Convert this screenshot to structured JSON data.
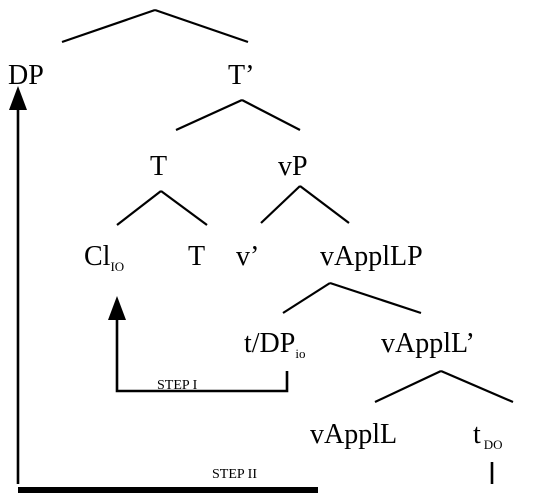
{
  "nodes": {
    "dp": "DP",
    "t_bar": "T’",
    "t": "T",
    "vp": "vP",
    "cl": "Cl",
    "cl_sub": "IO",
    "t_low": "T",
    "v_bar": "v’",
    "vappllp": "vApplLP",
    "t_dp": "t/DP",
    "t_dp_sub": "io",
    "vappll_bar": "vApplL’",
    "vappll": "vApplL",
    "t_do": "t",
    "t_do_sub": "DO"
  },
  "steps": {
    "step1": "STEP I",
    "step2": "STEP II"
  }
}
